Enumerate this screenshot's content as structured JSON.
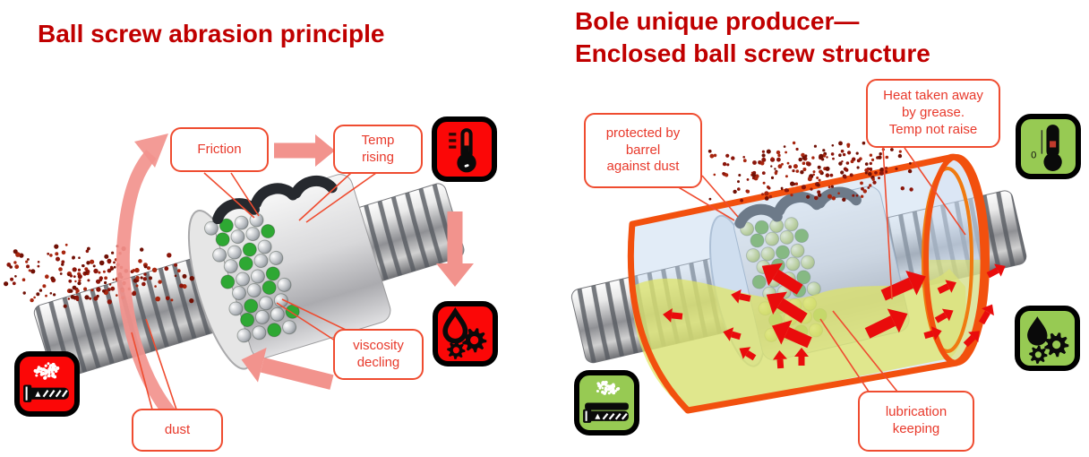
{
  "left_panel": {
    "title": "Ball screw abrasion principle",
    "callouts": {
      "friction": "Friction",
      "temp_rising": "Temp\nrising",
      "viscosity": "viscosity\ndecling",
      "dust": "dust"
    },
    "icons": [
      {
        "name": "temp-rising-icon",
        "bg": "#fb0707"
      },
      {
        "name": "viscosity-decline-icon",
        "bg": "#fb0707"
      },
      {
        "name": "dust-abrasion-icon",
        "bg": "#fb0707"
      }
    ]
  },
  "right_panel": {
    "title": "Bole unique producer—\nEnclosed ball screw structure",
    "callouts": {
      "protected": "protected by\nbarrel\nagainst dust",
      "heat": "Heat taken away\nby grease.\nTemp not raise",
      "lubrication": "lubrication\nkeeping"
    },
    "thermometer_scale_label": "0",
    "icons": [
      {
        "name": "temp-stable-icon",
        "bg": "#97ca53"
      },
      {
        "name": "lubrication-keeping-icon",
        "bg": "#97ca53"
      },
      {
        "name": "dust-blocked-icon",
        "bg": "#97ca53"
      }
    ]
  },
  "colors": {
    "title_red": "#c00000",
    "callout_red": "#e8392b",
    "callout_border": "#ef4c30",
    "pink_arrow": "#f2938d",
    "bright_red_arrow": "#e90c0c",
    "barrel_orange": "#f2500e",
    "grease_yellow": "#e0e460",
    "icon_red_bg": "#fb0707",
    "icon_green_bg": "#97ca53",
    "dust_particle": "#8b150a"
  }
}
